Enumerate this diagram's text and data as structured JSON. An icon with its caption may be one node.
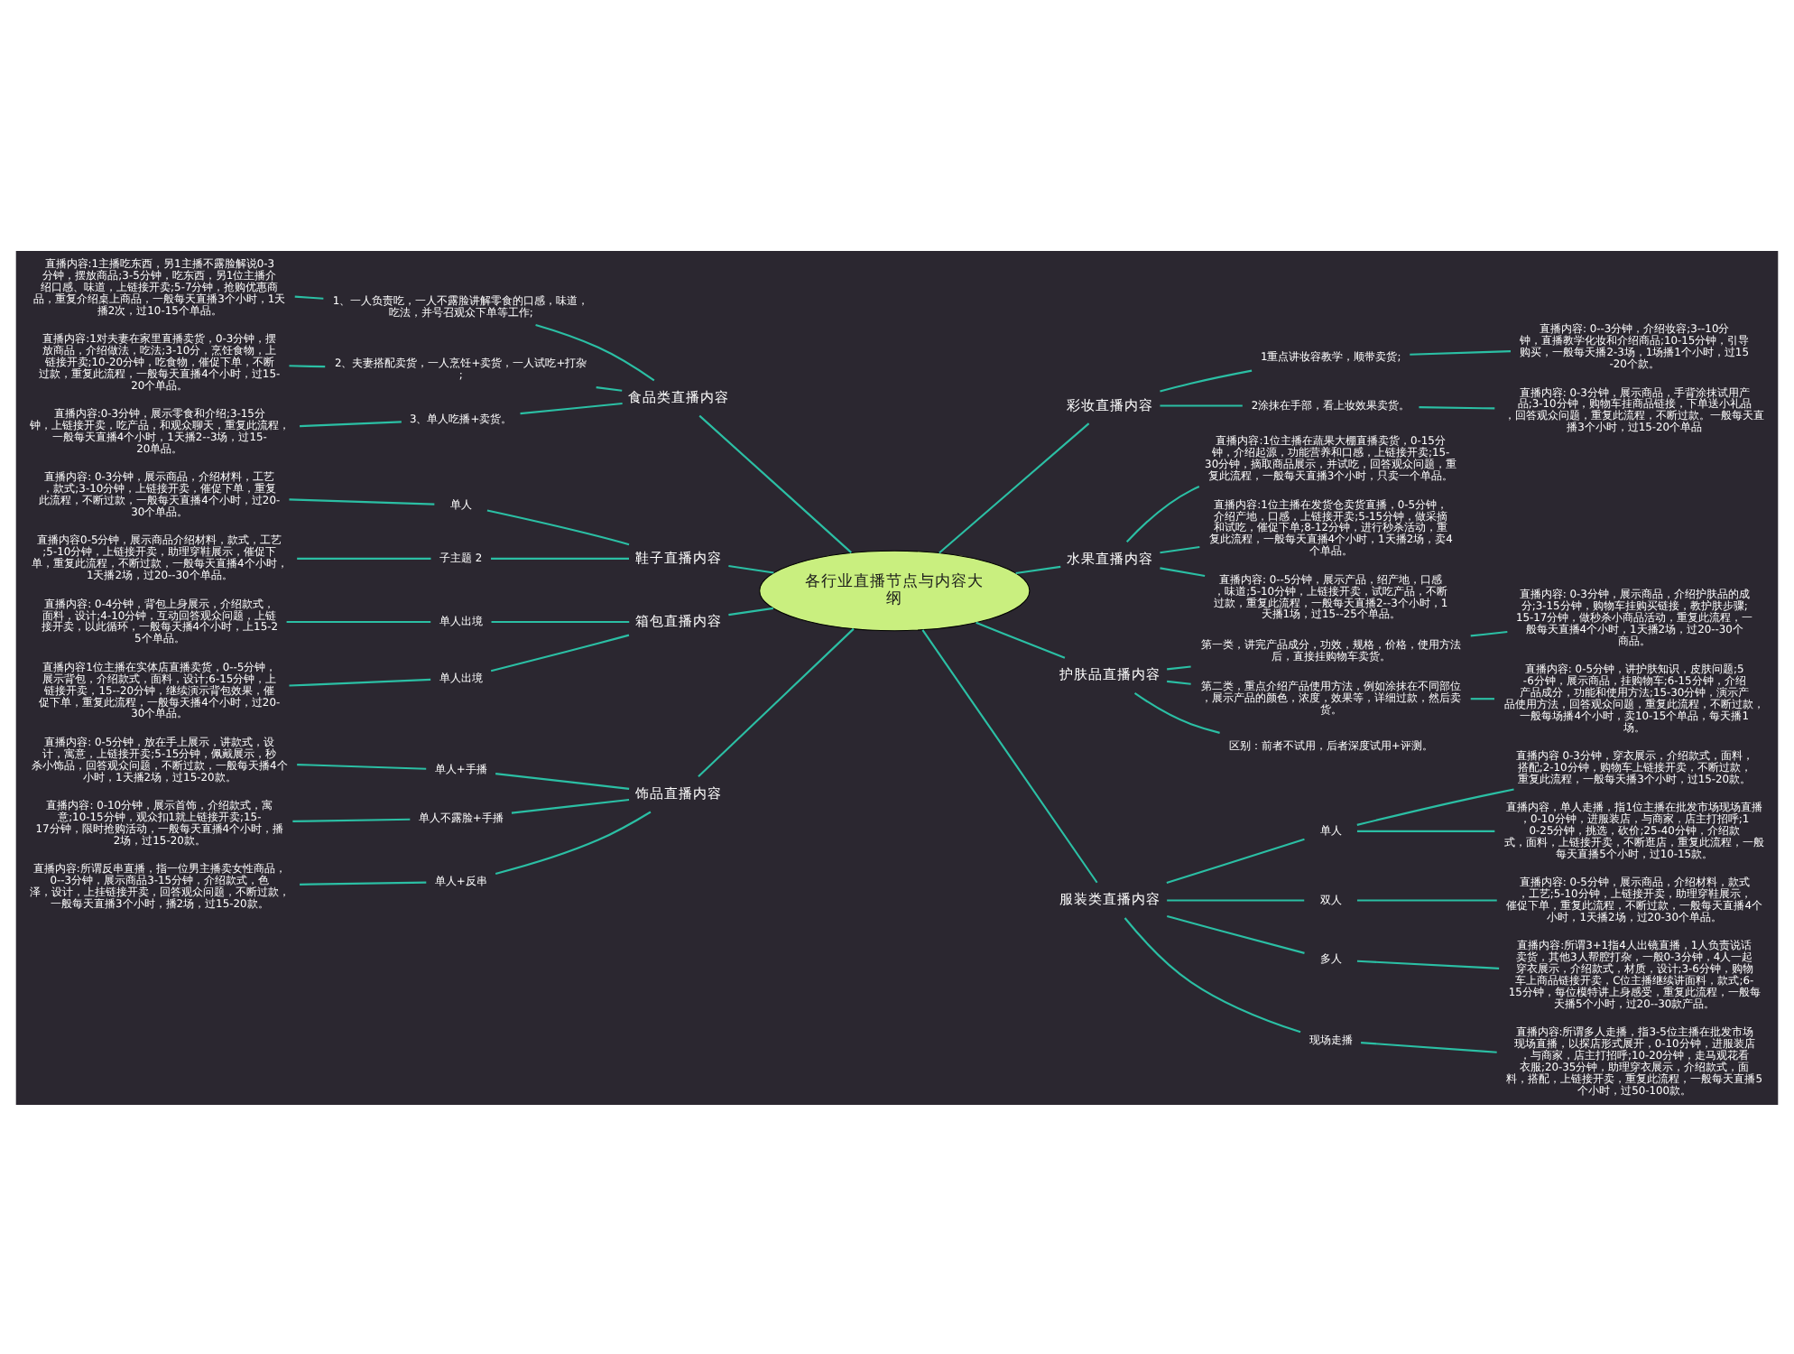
{
  "diagram": {
    "nodes": [
      {
        "text": [
          "各行业直播节点与内容大纲"
        ]
      },
      {
        "text": [
          "食品类直播内容"
        ]
      },
      {
        "text": [
          "1、一人负责吃，一人不露脸讲解零食的口感，味道，吃法，并号召观众下单等工作;"
        ]
      },
      {
        "text": [
          "直播内容:1主播吃东西，另1主播不露脸解说0-3分钟，摆放商品;3-5分钟，吃东西，另1位主播介绍口感、味道，上链接开卖;5-7分钟，抢购优惠商品，重复介绍桌上商品，一般每天直播3个小时，1天播2次，过10-15个单品。"
        ]
      },
      {
        "text": [
          "2、夫妻搭配卖货，一人烹饪+卖货，一人试吃+打杂;"
        ]
      },
      {
        "text": [
          "直播内容:1对夫妻在家里直播卖货，0-3分钟，摆放商品，介绍做法，吃法;3-10分，烹饪食物，上链接开卖;10-20分钟，吃食物，催促下单，不断过款，重复此流程，一般每天直播4个小时，过15-20个单品。"
        ]
      },
      {
        "text": [
          "3、单人吃播+卖货。"
        ]
      },
      {
        "text": [
          "直播内容:0-3分钟，展示零食和介绍;3-15分钟，上链接开卖，吃产品，和观众聊天，重复此流程，一般每天直播4个小时，1天播2--3场，过15-20单品。"
        ]
      },
      {
        "text": [
          "鞋子直播内容"
        ]
      },
      {
        "text": [
          "单人"
        ]
      },
      {
        "text": [
          "直播内容: 0-3分钟，展示商品，介绍材料，工艺，款式;3-10分钟，上链接开卖，催促下单，重复此流程，不断过款，一般每天直播4个小时，过20-30个单品。"
        ]
      },
      {
        "text": [
          "子主题 2"
        ]
      },
      {
        "text": [
          "直播内容0-5分钟，展示商品介绍材料，款式，工艺;5-10分钟，上链接开卖，助理穿鞋展示，催促下单，重复此流程，不断过款，一般每天直播4个小时，1天播2场，过20--30个单品。"
        ]
      },
      {
        "text": [
          "箱包直播内容"
        ]
      },
      {
        "text": [
          "单人出境"
        ]
      },
      {
        "text": [
          "直播内容: 0-4分钟，背包上身展示，介绍款式，面料，设计;4-10分钟，互动回答观众问题，上链接开卖，以此循环，一般每天播4个小时，上15-25个单品。"
        ]
      },
      {
        "text": [
          "单人出境"
        ]
      },
      {
        "text": [
          "直播内容1位主播在实体店直播卖货，0--5分钟，展示背包，介绍款式，面料，设计;6-15分钟，上链接开卖，15--20分钟，继续演示背包效果，催促下单，重复此流程，一般每天播4个小时，过20-30个单品。"
        ]
      },
      {
        "text": [
          "饰品直播内容"
        ]
      },
      {
        "text": [
          "单人+手播"
        ]
      },
      {
        "text": [
          "直播内容: 0-5分钟，放在手上展示，讲款式，设计，寓意，上链接开卖;5-15分钟，佩戴展示，秒杀小饰品，回答观众问题，不断过款，一般每天播4个小时，1天播2场，过15-20款。"
        ]
      },
      {
        "text": [
          "单人不露脸+手播"
        ]
      },
      {
        "text": [
          "直播内容: 0-10分钟，展示首饰，介绍款式，寓意;10-15分钟，观众扣1就上链接开卖;15-17分钟，限时抢购活动，一般每天直播4个小时，播2场，过15-20款。"
        ]
      },
      {
        "text": [
          "单人+反串"
        ]
      },
      {
        "text": [
          "直播内容:所谓反串直播，指一位男主播卖女性商品，0--3分钟，展示商品3-15分钟，介绍款式，色泽，设计，上挂链接开卖，回答观众问题，不断过款，一般每天直播3个小时，播2场，过15-20款。"
        ]
      },
      {
        "text": [
          "彩妆直播内容"
        ]
      },
      {
        "text": [
          "1重点讲妆容教学，顺带卖货;"
        ]
      },
      {
        "text": [
          "直播内容: 0--3分钟，介绍妆容;3--10分钟，直播教学化妆和介绍商品;10-15分钟，引导购买，一般每天播2-3场，1场播1个小时，过15-20个款。"
        ]
      },
      {
        "text": [
          "2涂抹在手部，看上妆效果卖货。"
        ]
      },
      {
        "text": [
          "直播内容: 0-3分钟，展示商品，手背涂抹试用产品;3-10分钟，购物车挂商品链接，下单送小礼品，回答观众问题，重复此流程，不断过款。一般每天直播3个小时，过15-20个单品"
        ]
      },
      {
        "text": [
          "水果直播内容"
        ]
      },
      {
        "text": [
          "直播内容:1位主播在蔬果大棚直播卖货，0-15分钟，介绍起源，功能营养和口感，上链接开卖;15-30分钟，摘取商品展示，并试吃，回答观众问题，重复此流程，一般每天直播3个小时，只卖一个单品。"
        ]
      },
      {
        "text": [
          "直播内容:1位主播在发货仓卖货直播，0-5分钟，介绍产地，口感，上链接开卖;5-15分钟，做采摘和试吃，催促下单;8-12分钟，进行秒杀活动，重复此流程，一般每天直播4个小时，1天播2场，卖4个单品。"
        ]
      },
      {
        "text": [
          "直播内容: 0--5分钟，展示产品，绍产地，口感，味道;5-10分钟，上链接开卖，试吃产品，不断过款，重复此流程，一般每天直播2--3个小时，1天播1场，过15--25个单品。"
        ]
      },
      {
        "text": [
          "护肤品直播内容"
        ]
      },
      {
        "text": [
          "第一类，讲完产品成分，功效，规格，价格，使用方法后，直接挂购物车卖货。"
        ]
      },
      {
        "text": [
          "直播内容: 0-3分钟，展示商品，介绍护肤品的成分;3-15分钟，购物车挂购买链接，教护肤步骤;15-17分钟，做秒杀小商品活动，重复此流程，一般每天直播4个小时，1天播2场，过20--30个商品。"
        ]
      },
      {
        "text": [
          "第二类，重点介绍产品使用方法，例如涂抹在不同部位，展示产品的颜色，浓度，效果等，详细过款，然后卖货。"
        ]
      },
      {
        "text": [
          "直播内容: 0-5分钟，讲护肤知识，皮肤问题;5-6分钟，展示商品，挂购物车;6-15分钟，介绍产品成分，功能和使用方法;15-30分钟，演示产品使用方法，回答观众问题，重复此流程，不断过款，一般每场播4个小时，卖10-15个单品，每天播1场。"
        ]
      },
      {
        "text": [
          "区别：前者不试用，后者深度试用+评测。"
        ]
      },
      {
        "text": [
          "服装类直播内容"
        ]
      },
      {
        "text": [
          "单人"
        ]
      },
      {
        "text": [
          "直播内容 0-3分钟，穿衣展示，介绍款式，面料，搭配;2-10分钟，购物车上链接开卖，不断过款，重复此流程，一般每天播3个小时，过15-20款。"
        ]
      },
      {
        "text": [
          "直播内容，单人走播，指1位主播在批发市场现场直播，0-10分钟，进服装店，与商家，店主打招呼;10-25分钟，挑选，砍价;25-40分钟，介绍款式，面料，上链接开卖，不断逛店，重复此流程，一般每天直播5个小时，过10-15款。"
        ]
      },
      {
        "text": [
          "双人"
        ]
      },
      {
        "text": [
          "直播内容: 0-5分钟，展示商品，介绍材料，款式，工艺;5-10分钟，上链接开卖，助理穿鞋展示，催促下单，重复此流程，不断过款，一般每天直播4个小时，1天播2场，过20-30个单品。"
        ]
      },
      {
        "text": [
          "多人"
        ]
      },
      {
        "text": [
          "直播内容:所谓3+1指4人出镜直播，1人负责说话卖货，其他3人帮腔打杂，一般0-3分钟，4人一起穿衣展示，介绍款式，材质，设计;3-6分钟，购物车上商品链接开卖，C位主播继续讲面料，款式;6-15分钟，每位模特讲上身感受，重复此流程，一般每天播5个小时，过20--30款产品。"
        ]
      },
      {
        "text": [
          "现场走播"
        ]
      },
      {
        "text": [
          "直播内容:所谓多人走播，指3-5位主播在批发市场现场直播，以探店形式展开，0-10分钟，进服装店，与商家，店主打招呼;10-20分钟，走马观花看衣服;20-35分钟，助理穿衣展示，介绍款式，面料，搭配，上链接开卖，重复此流程，一般每天直播5个小时，过50-100款。"
        ]
      }
    ],
    "edges": [
      {
        "from": 0,
        "to": 1,
        "arrow": "none"
      },
      {
        "from": 1,
        "to": 2,
        "arrow": "none"
      },
      {
        "from": 2,
        "to": 3,
        "arrow": "none"
      },
      {
        "from": 1,
        "to": 4,
        "arrow": "none"
      },
      {
        "from": 4,
        "to": 5,
        "arrow": "none"
      },
      {
        "from": 1,
        "to": 6,
        "arrow": "none"
      },
      {
        "from": 6,
        "to": 7,
        "arrow": "none"
      },
      {
        "from": 0,
        "to": 8,
        "arrow": "none"
      },
      {
        "from": 8,
        "to": 9,
        "arrow": "none"
      },
      {
        "from": 9,
        "to": 10,
        "arrow": "none"
      },
      {
        "from": 8,
        "to": 11,
        "arrow": "none"
      },
      {
        "from": 11,
        "to": 12,
        "arrow": "none"
      },
      {
        "from": 0,
        "to": 13,
        "arrow": "none"
      },
      {
        "from": 13,
        "to": 14,
        "arrow": "none"
      },
      {
        "from": 14,
        "to": 15,
        "arrow": "none"
      },
      {
        "from": 13,
        "to": 16,
        "arrow": "none"
      },
      {
        "from": 16,
        "to": 17,
        "arrow": "none"
      },
      {
        "from": 0,
        "to": 18,
        "arrow": "none"
      },
      {
        "from": 18,
        "to": 19,
        "arrow": "none"
      },
      {
        "from": 19,
        "to": 20,
        "arrow": "none"
      },
      {
        "from": 18,
        "to": 21,
        "arrow": "none"
      },
      {
        "from": 21,
        "to": 22,
        "arrow": "none"
      },
      {
        "from": 18,
        "to": 23,
        "arrow": "none"
      },
      {
        "from": 23,
        "to": 24,
        "arrow": "none"
      },
      {
        "from": 0,
        "to": 25,
        "arrow": "none"
      },
      {
        "from": 25,
        "to": 26,
        "arrow": "none"
      },
      {
        "from": 26,
        "to": 27,
        "arrow": "none"
      },
      {
        "from": 25,
        "to": 28,
        "arrow": "none"
      },
      {
        "from": 28,
        "to": 29,
        "arrow": "none"
      },
      {
        "from": 0,
        "to": 30,
        "arrow": "none"
      },
      {
        "from": 30,
        "to": 31,
        "arrow": "none"
      },
      {
        "from": 30,
        "to": 32,
        "arrow": "none"
      },
      {
        "from": 30,
        "to": 33,
        "arrow": "none"
      },
      {
        "from": 0,
        "to": 34,
        "arrow": "none"
      },
      {
        "from": 34,
        "to": 35,
        "arrow": "none"
      },
      {
        "from": 35,
        "to": 36,
        "arrow": "none"
      },
      {
        "from": 34,
        "to": 37,
        "arrow": "none"
      },
      {
        "from": 37,
        "to": 38,
        "arrow": "none"
      },
      {
        "from": 34,
        "to": 39,
        "arrow": "none"
      },
      {
        "from": 0,
        "to": 40,
        "arrow": "none"
      },
      {
        "from": 40,
        "to": 41,
        "arrow": "none"
      },
      {
        "from": 41,
        "to": 42,
        "arrow": "none"
      },
      {
        "from": 41,
        "to": 43,
        "arrow": "none"
      },
      {
        "from": 40,
        "to": 44,
        "arrow": "none"
      },
      {
        "from": 44,
        "to": 45,
        "arrow": "none"
      },
      {
        "from": 40,
        "to": 46,
        "arrow": "none"
      },
      {
        "from": 46,
        "to": 47,
        "arrow": "none"
      },
      {
        "from": 40,
        "to": 48,
        "arrow": "none"
      },
      {
        "from": 48,
        "to": 49,
        "arrow": "none"
      }
    ]
  }
}
